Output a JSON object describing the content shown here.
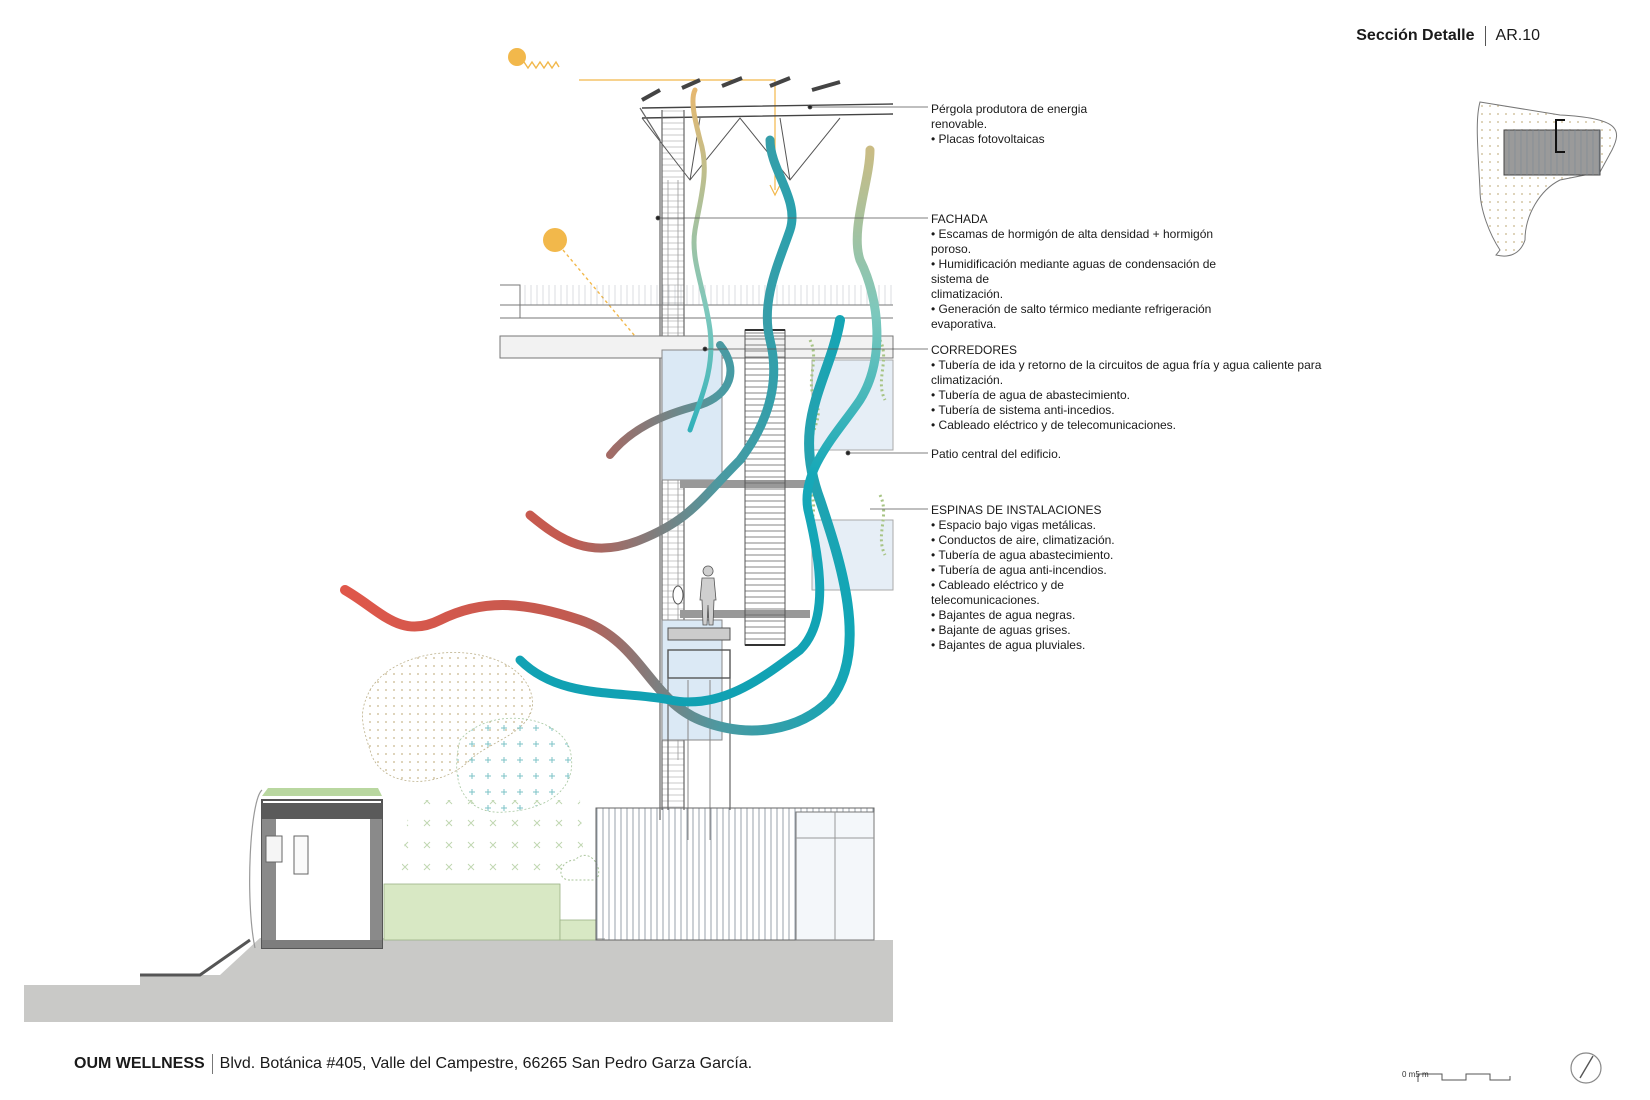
{
  "header": {
    "title": "Sección Detalle",
    "sheet": "AR.10"
  },
  "notes": [
    {
      "id": "pergola",
      "text": "Pérgola produtora de energia\nrenovable.\n• Placas fotovoltaicas"
    },
    {
      "id": "fachada",
      "text": "FACHADA\n• Escamas de hormigón de alta densidad + hormigón\nporoso.\n• Humidificación mediante aguas de condensación de\nsistema de\n  climatización.\n• Generación de salto térmico mediante refrigeración\nevaporativa."
    },
    {
      "id": "corredores",
      "text": "CORREDORES\n• Tubería de ida y retorno de la circuitos de agua fría y agua caliente para\nclimatización.\n• Tubería de agua de abastecimiento.\n• Tubería de sistema anti-incedios.\n• Cableado eléctrico y de telecomunicaciones."
    },
    {
      "id": "patio",
      "text": "Patio central del edificio."
    },
    {
      "id": "espinas",
      "text": "ESPINAS DE INSTALACIONES\n• Espacio bajo vigas metálicas.\n• Conductos de aire, climatización.\n• Tubería de agua abastecimiento.\n• Tubería de agua anti-incendios.\n• Cableado eléctrico y de\ntelecomunicaciones.\n• Bajantes de agua negras.\n• Bajante de aguas grises.\n• Bajantes de agua pluviales."
    }
  ],
  "footer": {
    "brand": "OUM WELLNESS",
    "address": "Blvd. Botánica #405, Valle del Campestre, 66265 San Pedro Garza García."
  },
  "scale_bar": {
    "label": "0 m5 m"
  },
  "icons": [
    "sun-icon",
    "north-arrow-icon",
    "site-plan-key",
    "person-figure"
  ],
  "colors": {
    "sun": "#f2b84b",
    "warm_air": "#e0574a",
    "cool_air": "#1aa7b5",
    "ground": "#c9c9c7",
    "green_roof": "#d8e8c4",
    "glass": "#dbe9f5"
  }
}
